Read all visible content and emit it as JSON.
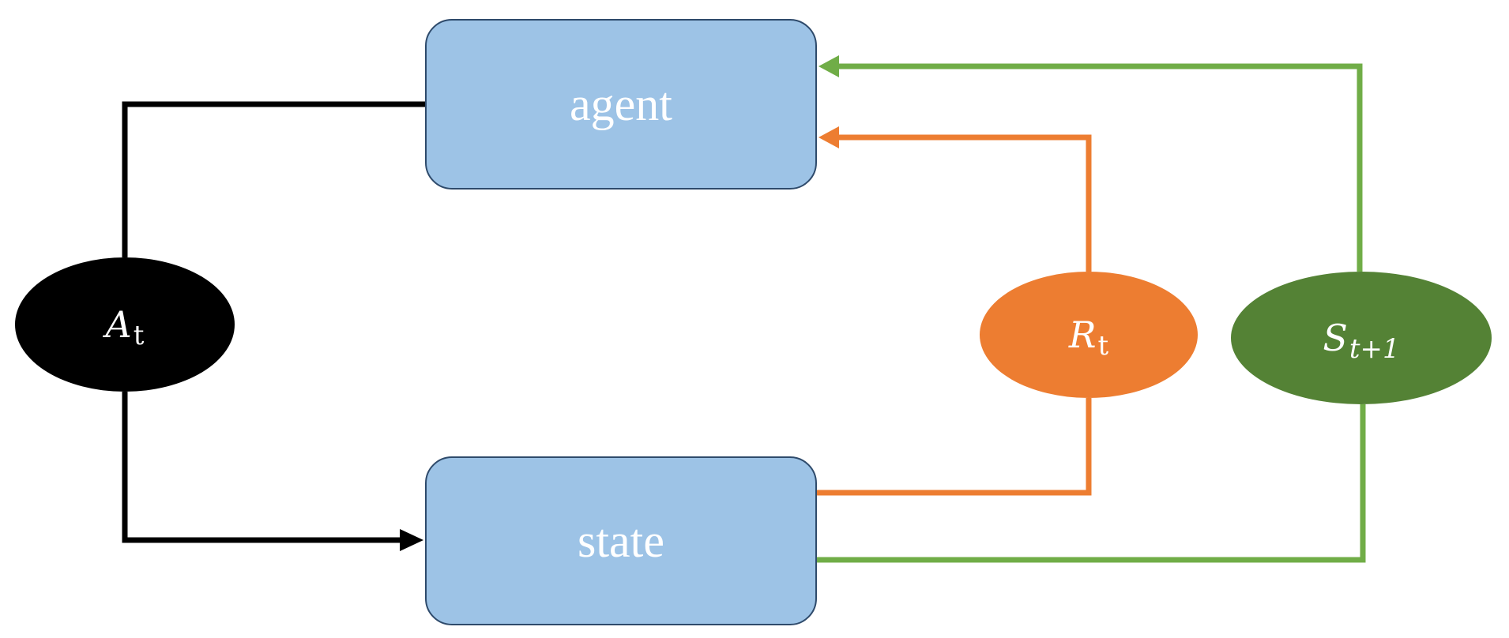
{
  "diagram": {
    "boxes": {
      "agent": "agent",
      "state": "state"
    },
    "nodes": {
      "action": {
        "symbol": "A",
        "subscript": "t"
      },
      "reward": {
        "symbol": "R",
        "subscript": "t"
      },
      "next_state": {
        "symbol": "S",
        "subscript": "t+1"
      }
    },
    "colors": {
      "box_fill": "#9dc3e6",
      "box_border": "#2e4a6b",
      "box_text": "#ffffff",
      "action": "#000000",
      "reward": "#ed7d31",
      "reward_line": "#ed7d31",
      "next_state": "#548235",
      "next_state_line": "#70ad47"
    }
  }
}
